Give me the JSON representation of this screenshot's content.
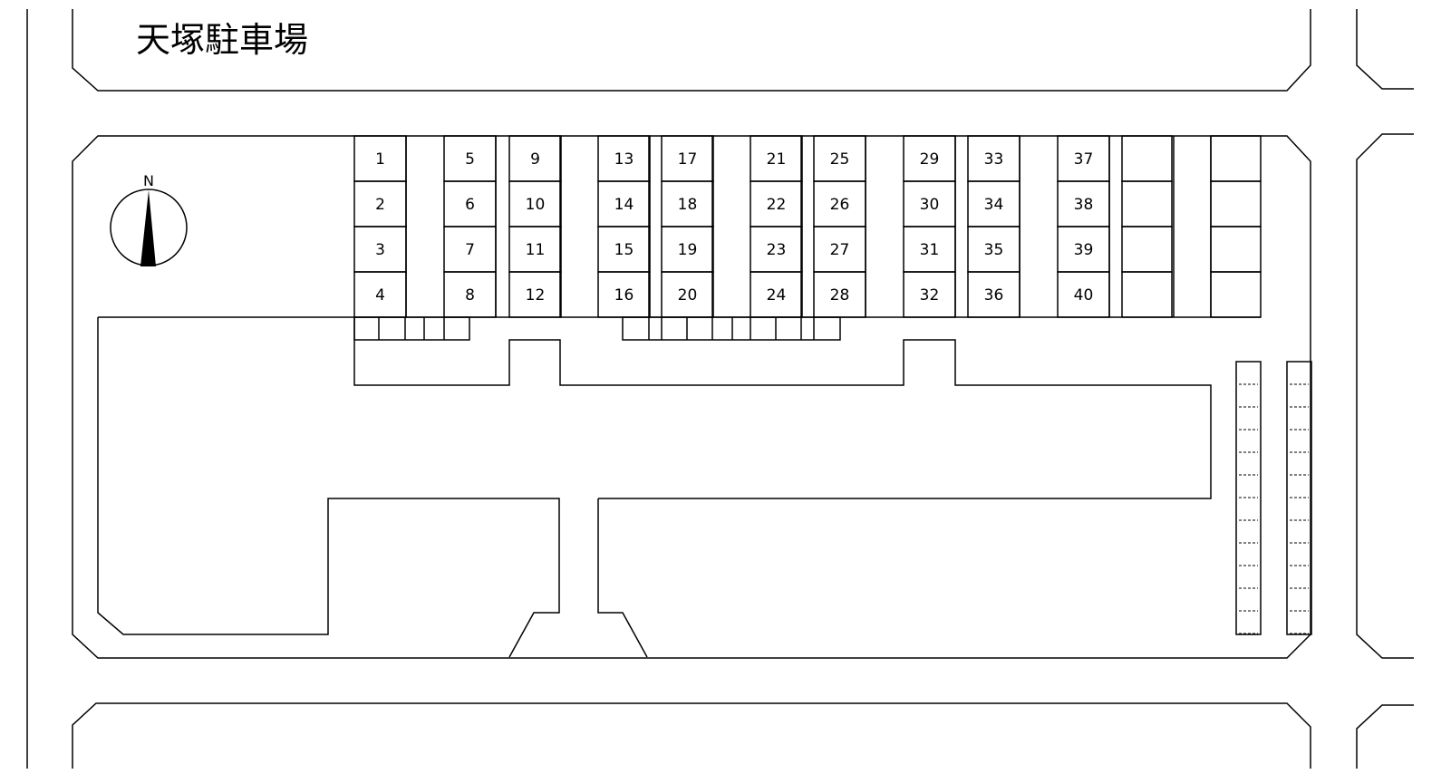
{
  "title": "天塚駐車場",
  "compass": {
    "label": "N"
  },
  "spaces": [
    {
      "num": "1"
    },
    {
      "num": "2"
    },
    {
      "num": "3"
    },
    {
      "num": "4"
    },
    {
      "num": "5"
    },
    {
      "num": "6"
    },
    {
      "num": "7"
    },
    {
      "num": "8"
    },
    {
      "num": "9"
    },
    {
      "num": "10"
    },
    {
      "num": "11"
    },
    {
      "num": "12"
    },
    {
      "num": "13"
    },
    {
      "num": "14"
    },
    {
      "num": "15"
    },
    {
      "num": "16"
    },
    {
      "num": "17"
    },
    {
      "num": "18"
    },
    {
      "num": "19"
    },
    {
      "num": "20"
    },
    {
      "num": "21"
    },
    {
      "num": "22"
    },
    {
      "num": "23"
    },
    {
      "num": "24"
    },
    {
      "num": "25"
    },
    {
      "num": "26"
    },
    {
      "num": "27"
    },
    {
      "num": "28"
    },
    {
      "num": "29"
    },
    {
      "num": "30"
    },
    {
      "num": "31"
    },
    {
      "num": "32"
    },
    {
      "num": "33"
    },
    {
      "num": "34"
    },
    {
      "num": "35"
    },
    {
      "num": "36"
    },
    {
      "num": "37"
    },
    {
      "num": "38"
    },
    {
      "num": "39"
    },
    {
      "num": "40"
    }
  ],
  "colors": {
    "line": "#000000",
    "background": "#ffffff"
  }
}
